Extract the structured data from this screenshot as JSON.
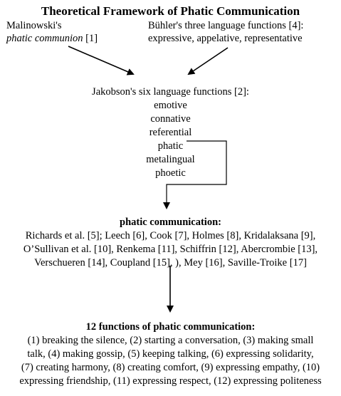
{
  "title": "Theoretical Framework  of Phatic Communication",
  "malinowski": {
    "line1": "Malinowski's",
    "term": "phatic communion",
    "ref": " [1]"
  },
  "buhler": {
    "line1": "Bühler's three language functions [4]:",
    "line2": "expressive,  appelative, representative"
  },
  "jakobson": {
    "header": "Jakobson's six language functions [2]:",
    "functions": [
      "emotive",
      "connative",
      "referential",
      "phatic",
      "metalingual",
      "phoetic"
    ]
  },
  "phatic_communication": {
    "header": "phatic communication:",
    "lines": [
      "Richards et al. [5]; Leech [6], Cook [7], Holmes [8], Kridalaksana [9],",
      "O’Sullivan et al. [10], Renkema [11], Schiffrin [12], Abercrombie [13],",
      "Verschueren [14], Coupland [15], ), Mey [16], Saville-Troike  [17]"
    ]
  },
  "twelve_functions": {
    "header": "12 functions of phatic communication:",
    "lines": [
      "(1) breaking the silence, (2) starting a conversation, (3) making small",
      "talk, (4) making gossip, (5) keeping talking, (6) expressing solidarity,",
      "(7) creating harmony, (8) creating comfort, (9) expressing empathy, (10)",
      "expressing friendship, (11) expressing respect, (12) expressing politeness"
    ]
  }
}
